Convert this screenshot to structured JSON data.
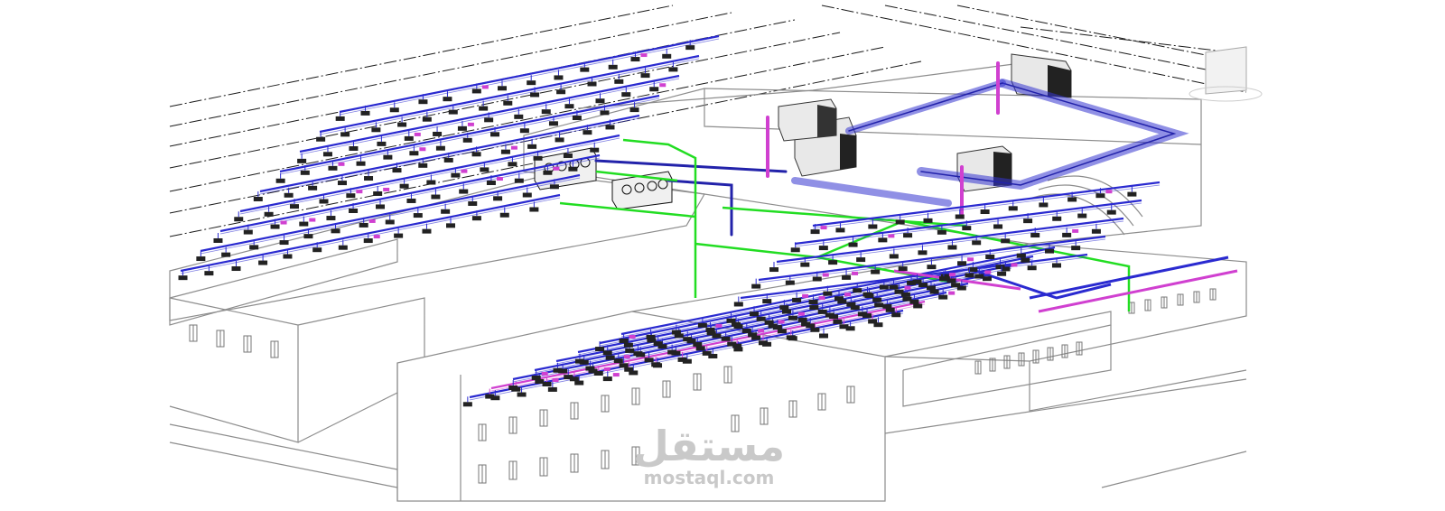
{
  "scene": {
    "type": "3d-mep-hvac-model",
    "colors": {
      "background": "#ffffff",
      "building_lines": "#9a9a9a",
      "hatch_lines": "#1a1a1a",
      "duct_blue": "#2a2ad0",
      "duct_magenta": "#d040d0",
      "pipe_green": "#22dd22",
      "equipment": "#222222"
    },
    "icons": [
      "ahu-unit-icon",
      "chiller-unit-icon",
      "diffuser-icon",
      "viewcube-icon"
    ]
  },
  "watermark": {
    "arabic": "مستقل",
    "latin": "mostaql.com"
  }
}
